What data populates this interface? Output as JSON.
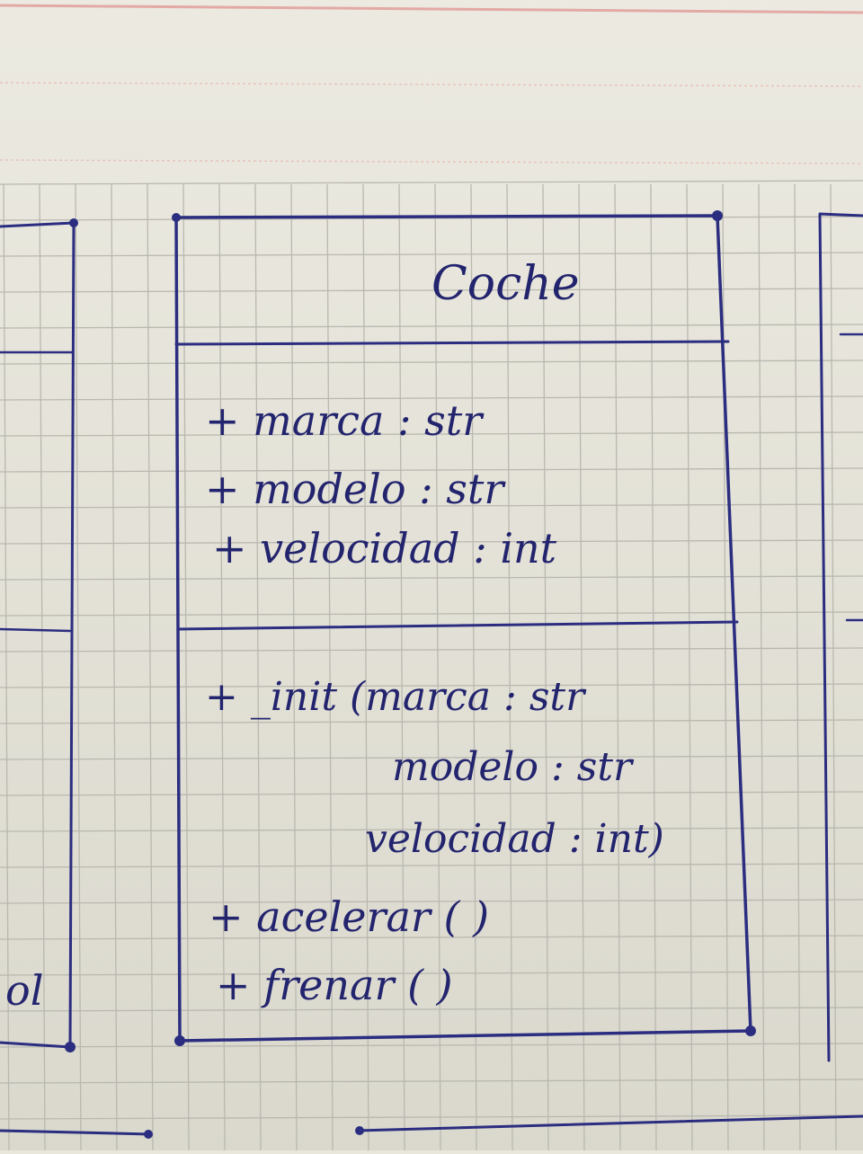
{
  "class_box": {
    "name": "Coche",
    "attributes": [
      "+ marca : str",
      "+ modelo : str",
      "+ velocidad : int"
    ],
    "methods": [
      "+ _init (marca : str",
      "modelo : str",
      "velocidad : int)",
      "+ acelerar ( )",
      "+ frenar ( )"
    ]
  },
  "left_box_fragment": "ol",
  "colors": {
    "ink": "#2b2d80",
    "grid": "#b9b8b0",
    "margin_line": "#e3a9a5",
    "paper": "#e8e6da"
  }
}
